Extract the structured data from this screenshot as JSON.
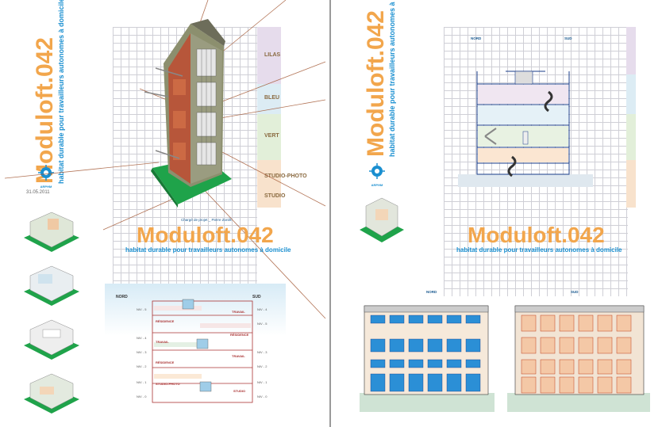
{
  "left_page": {
    "brand": "Moduloft.042",
    "subtitle": "habitat durable pour travailleurs autonomes à domicile",
    "logo": "ARPHM",
    "date": "31.05.2011",
    "credit": "Chargé de projet _ Pierre Zonilk",
    "floor_labels": [
      "LILAS",
      "BLEU",
      "VERT",
      "STUDIO-PHOTO",
      "STUDIO"
    ],
    "section": {
      "nord": "NORD",
      "sud": "SUD",
      "levels_left": [
        "NIV - 5",
        "NIV - 4",
        "NIV - 3",
        "NIV - 2",
        "NIV - 1",
        "NIV - 0"
      ],
      "levels_right": [
        "NIV - 4",
        "NIV - 5",
        "NIV - 3",
        "NIV - 2",
        "NIV - 1",
        "NIV - 0"
      ],
      "rooms": [
        "TRAVAIL",
        "RÉSIDENCE",
        "RÉSIDENCE",
        "TRAVAIL",
        "TRAVAIL",
        "RÉSIDENCE",
        "STUDIO-PHOTO",
        "STUDIO"
      ]
    }
  },
  "right_page": {
    "brand": "Moduloft.042",
    "subtitle": "habitat durable pour travailleurs autonomes à domicile",
    "logo": "ARPHM",
    "top_section": {
      "nord": "NORD",
      "sud": "SUD"
    },
    "elev_left": {
      "nord": "NORD"
    },
    "elev_right": {
      "sud": "SUD"
    }
  },
  "colors": {
    "brand": "#f2a64c",
    "sub": "#1a8fd0",
    "lilas": "#e6dcec",
    "bleu": "#dcecf4",
    "vert": "#e2efd9",
    "peach": "#f8e2cc",
    "grass": "#1fa34a"
  }
}
